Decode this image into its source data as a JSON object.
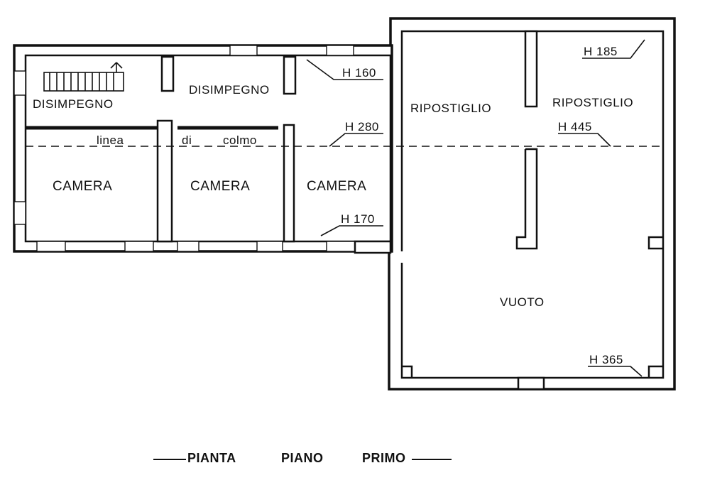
{
  "rooms": {
    "disimpegno_left": "DISIMPEGNO",
    "disimpegno_center": "DISIMPEGNO",
    "ripostiglio_left": "RIPOSTIGLIO",
    "ripostiglio_right": "RIPOSTIGLIO",
    "camera_1": "CAMERA",
    "camera_2": "CAMERA",
    "camera_3": "CAMERA",
    "vuoto": "VUOTO"
  },
  "ridge_line": {
    "word_1": "linea",
    "word_2": "di",
    "word_3": "colmo"
  },
  "heights": {
    "h160": "H 160",
    "h280": "H 280",
    "h170": "H 170",
    "h185": "H 185",
    "h445": "H 445",
    "h365": "H 365"
  },
  "title": {
    "word_1": "PIANTA",
    "word_2": "PIANO",
    "word_3": "PRIMO"
  }
}
